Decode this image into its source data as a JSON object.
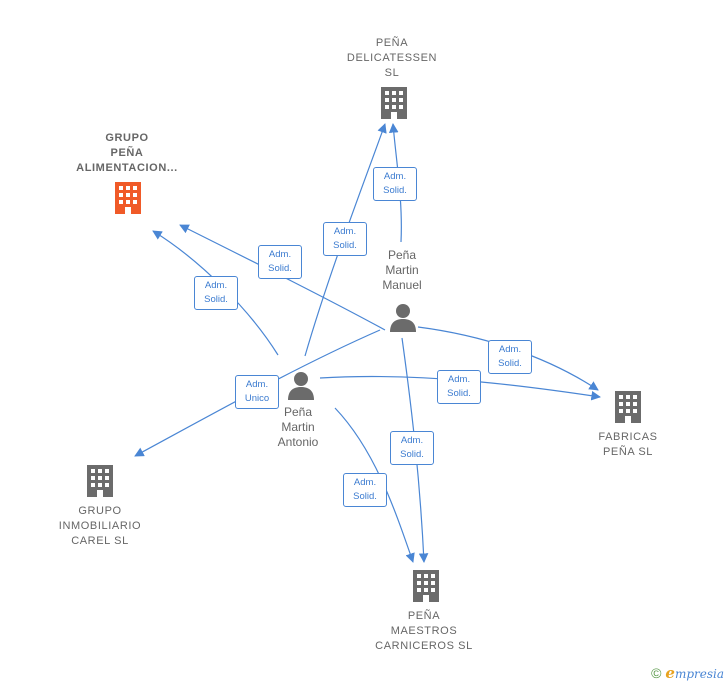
{
  "colors": {
    "edge": "#4a86d4",
    "building": "#6b6b6b",
    "building_main": "#f05a28",
    "person": "#6b6b6b",
    "label_text": "#666666"
  },
  "companies": [
    {
      "id": "pena-delicatessen",
      "lines": [
        "PEÑA",
        "DELICATESSEN",
        "SL"
      ],
      "main": false
    },
    {
      "id": "grupo-pena-alimentacion",
      "lines": [
        "GRUPO",
        "PEÑA",
        "ALIMENTACION..."
      ],
      "main": true
    },
    {
      "id": "fabricas-pena",
      "lines": [
        "FABRICAS",
        "PEÑA  SL"
      ],
      "main": false
    },
    {
      "id": "grupo-inmobiliario-carel",
      "lines": [
        "GRUPO",
        "INMOBILIARIO",
        "CAREL SL"
      ],
      "main": false
    },
    {
      "id": "pena-maestros-carniceros",
      "lines": [
        "PEÑA",
        "MAESTROS",
        "CARNICEROS SL"
      ],
      "main": false
    }
  ],
  "persons": [
    {
      "id": "pena-martin-manuel",
      "lines": [
        "Peña",
        "Martin",
        "Manuel"
      ]
    },
    {
      "id": "pena-martin-antonio",
      "lines": [
        "Peña",
        "Martin",
        "Antonio"
      ]
    }
  ],
  "edges": [
    {
      "from": "pena-martin-manuel",
      "to": "pena-delicatessen",
      "label": [
        "Adm.",
        "Solid."
      ]
    },
    {
      "from": "pena-martin-antonio",
      "to": "pena-delicatessen",
      "label": [
        "Adm.",
        "Solid."
      ]
    },
    {
      "from": "pena-martin-manuel",
      "to": "grupo-pena-alimentacion",
      "label": [
        "Adm.",
        "Solid."
      ]
    },
    {
      "from": "pena-martin-antonio",
      "to": "grupo-pena-alimentacion",
      "label": [
        "Adm.",
        "Solid."
      ]
    },
    {
      "from": "pena-martin-manuel",
      "to": "fabricas-pena",
      "label": [
        "Adm.",
        "Solid."
      ]
    },
    {
      "from": "pena-martin-antonio",
      "to": "fabricas-pena",
      "label": [
        "Adm.",
        "Solid."
      ]
    },
    {
      "from": "pena-martin-manuel",
      "to": "grupo-inmobiliario-carel",
      "label": [
        "Adm.",
        "Unico"
      ]
    },
    {
      "from": "pena-martin-manuel",
      "to": "pena-maestros-carniceros",
      "label": [
        "Adm.",
        "Solid."
      ]
    },
    {
      "from": "pena-martin-antonio",
      "to": "pena-maestros-carniceros",
      "label": [
        "Adm.",
        "Solid."
      ]
    }
  ],
  "footer": {
    "copyright": "©",
    "brand_initial": "e",
    "brand_rest": "mpresia"
  }
}
